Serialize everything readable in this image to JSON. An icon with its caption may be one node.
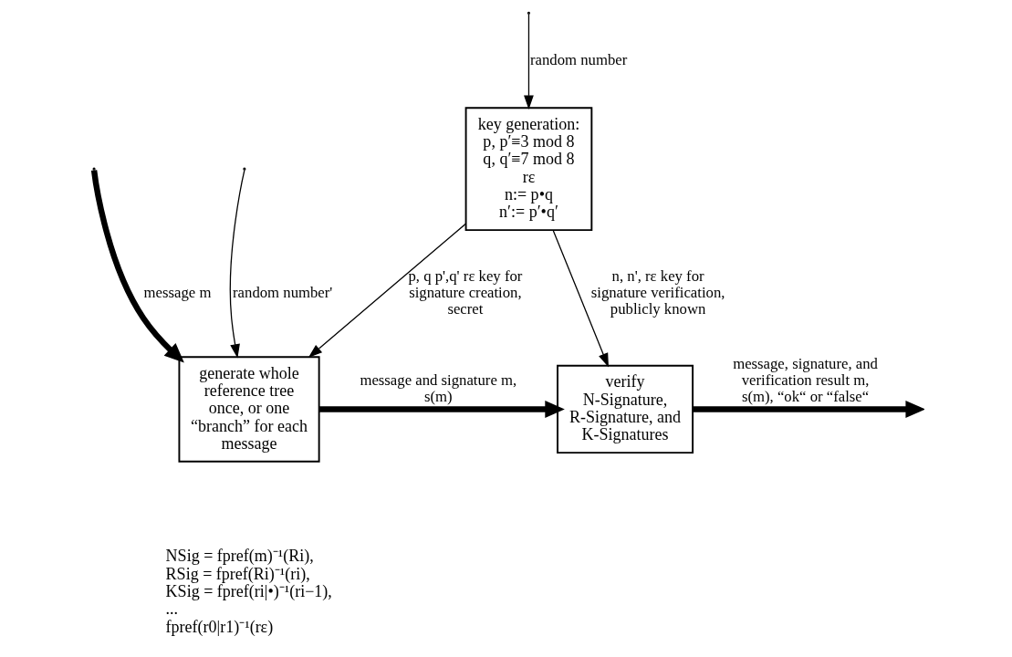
{
  "diagram": {
    "nodes": [
      {
        "text": [
          "key generation:",
          "p, p′≡3 mod 8",
          "q, q′≡7 mod 8",
          "rε",
          "n:= p•q",
          "n′:= p′•q′"
        ]
      },
      {
        "text": [
          "generate whole reference tree once, or one “branch” for each message"
        ]
      },
      {
        "text": [
          "verify N-Signature, R-Signature, and K-Signatures"
        ]
      }
    ],
    "edges": [
      {
        "from": null,
        "to": 0,
        "arrow": "to",
        "label": "random number"
      },
      {
        "from": 0,
        "to": 2,
        "arrow": "to",
        "label": "n, n', rε key for signature verification, publicly known"
      },
      {
        "from": 0,
        "to": 1,
        "arrow": "to",
        "label": "p, q p',q' rε key for signature creation, secret"
      },
      {
        "from": null,
        "to": 1,
        "arrow": "to",
        "label": "message m",
        "style": "thick"
      },
      {
        "from": null,
        "to": 1,
        "arrow": "to",
        "label": "random number'"
      },
      {
        "from": 1,
        "to": 2,
        "arrow": "to",
        "label": "message and signature m, s(m)",
        "style": "thick"
      },
      {
        "from": 2,
        "to": null,
        "arrow": "to",
        "label": "message, signature, and verification result m, s(m), “ok“ or “false“",
        "style": "thick"
      }
    ],
    "labels": [
      "NSig = fpref(m)⁻¹(Ri),",
      "RSig = fpref(Ri)⁻¹(ri),",
      "KSig = fpref(ri|•)⁻¹(ri−1),",
      "...",
      "fpref(r0|r1)⁻¹(rε)"
    ]
  }
}
